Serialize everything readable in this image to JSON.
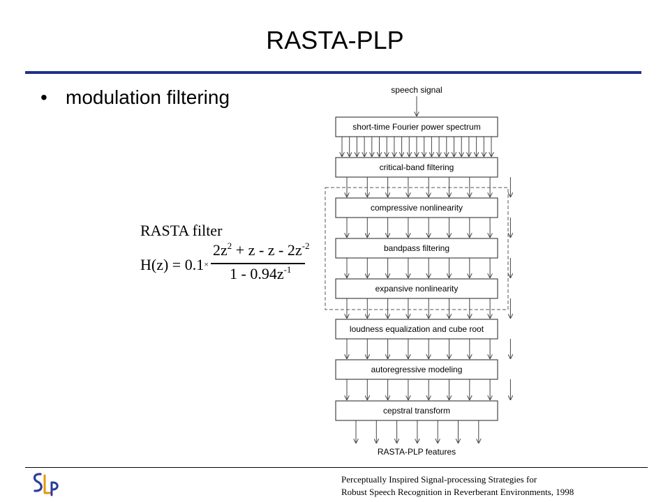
{
  "title": "RASTA-PLP",
  "bullet": {
    "marker": "•",
    "text": "modulation filtering"
  },
  "formula": {
    "label": "RASTA filter",
    "lhs": "H(z) = 0.1",
    "times": "×",
    "numerator_parts": [
      "2z",
      "2",
      " + z - z - 2z",
      "-2"
    ],
    "denominator_parts": [
      "1 - 0.94z",
      "-1"
    ]
  },
  "diagram": {
    "input_label": "speech signal",
    "output_label": "RASTA-PLP features",
    "stages": [
      "short-time Fourier power spectrum",
      "critical-band filtering",
      "compressive nonlinearity",
      "bandpass filtering",
      "expansive nonlinearity",
      "loudness equalization and cube root",
      "autoregressive modeling",
      "cepstral transform"
    ]
  },
  "footer": {
    "logo_text": "SLP",
    "reference_line1": "Perceptually Inspired Signal-processing Strategies for",
    "reference_line2": "Robust Speech Recognition in Reverberant Environments, 1998"
  },
  "colors": {
    "title_rule": "#1f2f8f",
    "logo_blue": "#2a3d9a",
    "logo_orange": "#e8960c",
    "box_fill": "#ffffff"
  }
}
